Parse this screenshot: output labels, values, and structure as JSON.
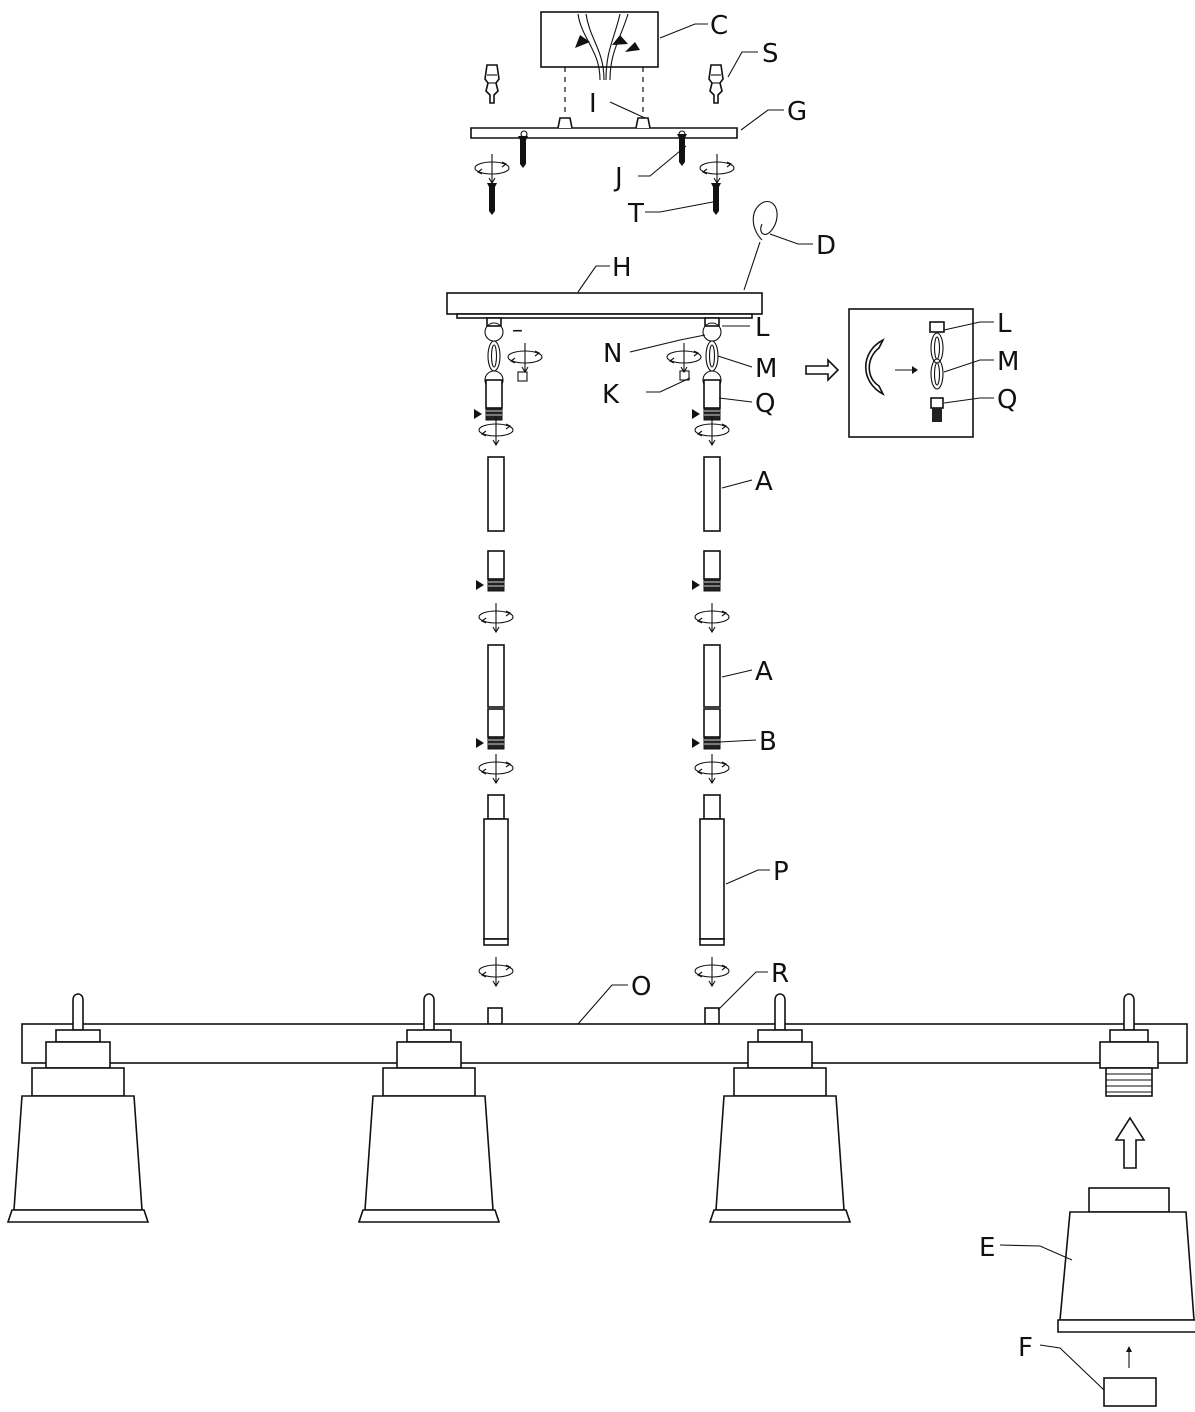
{
  "labels": {
    "A": "A",
    "B": "B",
    "C": "C",
    "D": "D",
    "E": "E",
    "F": "F",
    "G": "G",
    "H": "H",
    "I": "I",
    "J": "J",
    "K": "K",
    "L": "L",
    "M": "M",
    "N": "N",
    "O": "O",
    "P": "P",
    "Q": "Q",
    "R": "R",
    "S": "S",
    "T": "T",
    "detail_L": "L",
    "detail_M": "M",
    "detail_Q": "Q",
    "A2": "A"
  },
  "polarity": {
    "left": "–",
    "right": "–"
  }
}
